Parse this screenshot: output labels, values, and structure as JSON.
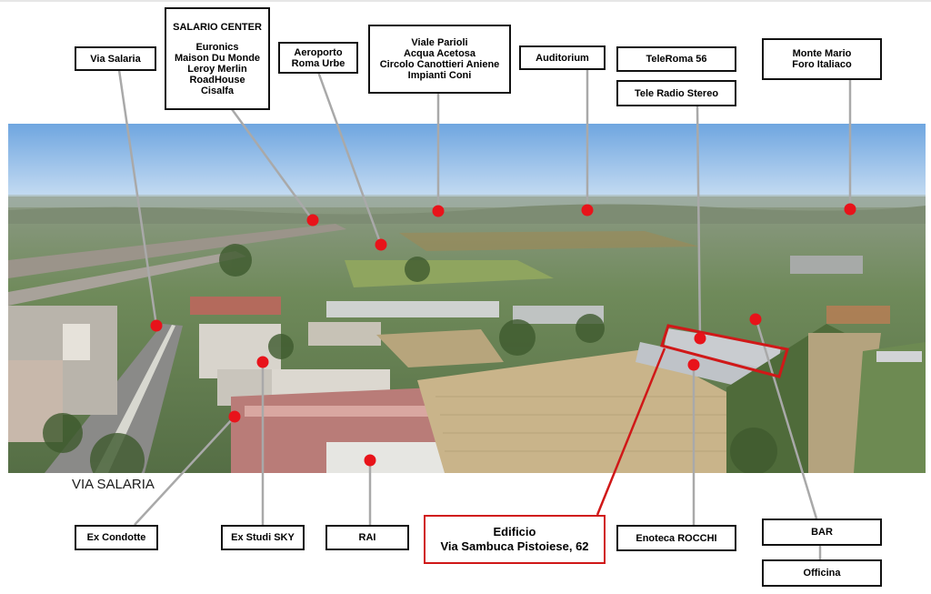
{
  "labels": {
    "via_salaria": "Via Salaria",
    "salario_center": [
      "SALARIO CENTER",
      "",
      "Euronics",
      "Maison Du Monde",
      "Leroy Merlin",
      "RoadHouse",
      "Cisalfa"
    ],
    "aeroporto": [
      "Aeroporto",
      "Roma Urbe"
    ],
    "parioli": [
      "Viale Parioli",
      "Acqua Acetosa",
      "Circolo Canottieri Aniene",
      "Impianti Coni"
    ],
    "auditorium": "Auditorium",
    "teleroma": "TeleRoma 56",
    "tele_radio": "Tele Radio Stereo",
    "monte_mario": [
      "Monte Mario",
      "Foro Italiaco"
    ],
    "ex_condotte": "Ex Condotte",
    "ex_studi_sky": "Ex Studi SKY",
    "rai": "RAI",
    "edificio": [
      "Edificio",
      "Via Sambuca Pistoiese, 62"
    ],
    "enoteca": "Enoteca ROCCHI",
    "bar": "BAR",
    "officina": "Officina"
  },
  "road_label": "VIA SALARIA",
  "colors": {
    "marker": "#e8131a",
    "highlight": "#d01818",
    "leader_line": "#a9a9a9",
    "sky": "#9ec4ea",
    "field": "#c9b48a"
  }
}
